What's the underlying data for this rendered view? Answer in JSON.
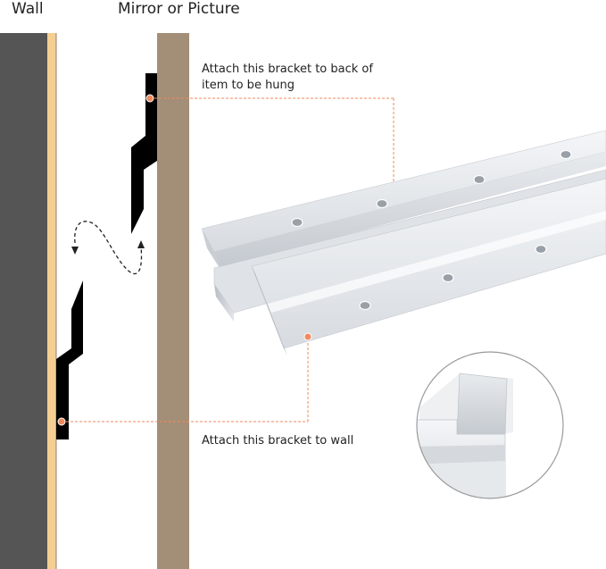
{
  "labels": {
    "wall": "Wall",
    "mirror": "Mirror or Picture",
    "callout_top_line1": "Attach this bracket to back of",
    "callout_top_line2": "item to be hung",
    "callout_bottom": "Attach this bracket to wall"
  },
  "colors": {
    "wall": "#555555",
    "wall_edge": "#f5cf92",
    "mirror": "#a38e77",
    "bracket": "#000000",
    "callout": "#f08a5d",
    "aluminum": "#d9dde2"
  }
}
